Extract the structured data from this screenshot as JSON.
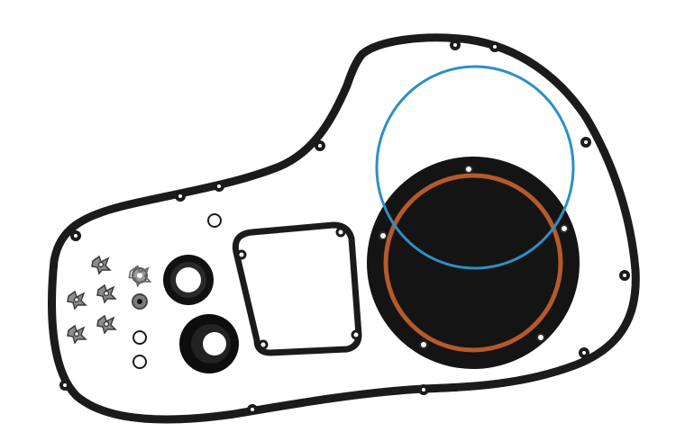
{
  "scene": {
    "subject": "primary-cover-gasket-kit",
    "background_color": "#ffffff",
    "gasket_color": "#1b1b1b",
    "orings": [
      {
        "name": "blue-o-ring",
        "color": "#2f8fc4"
      },
      {
        "name": "orange-o-ring",
        "color": "#b55a2a"
      }
    ],
    "counts": {
      "lock_tabs": 6,
      "oil_seals": 2,
      "small_washers": 3
    }
  }
}
